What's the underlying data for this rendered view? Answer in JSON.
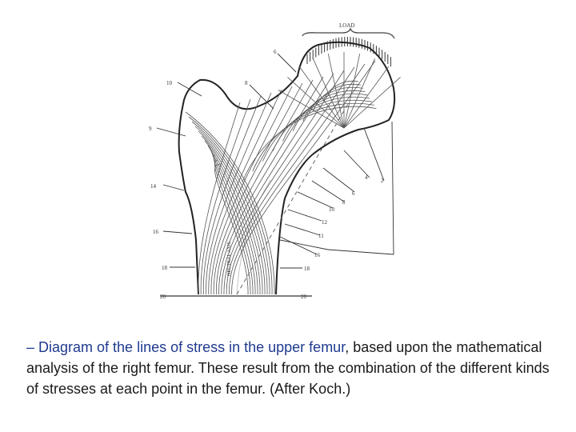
{
  "diagram": {
    "load_label": "LOAD",
    "neutral_axis_label": "NEUTRAL AXIS",
    "labels_left": [
      "10",
      "9",
      "14",
      "16",
      "18",
      "20"
    ],
    "labels_right": [
      "2",
      "4",
      "6",
      "8",
      "10",
      "12",
      "11",
      "16",
      "18",
      "20"
    ],
    "labels_top": [
      "6",
      "8"
    ]
  },
  "caption": {
    "lead": "– Diagram of the lines of stress in the upper femur",
    "rest": ", based upon the mathematical analysis of the right femur. These result from the combination of the different kinds of stresses at each point in the femur. (After Koch.)"
  }
}
